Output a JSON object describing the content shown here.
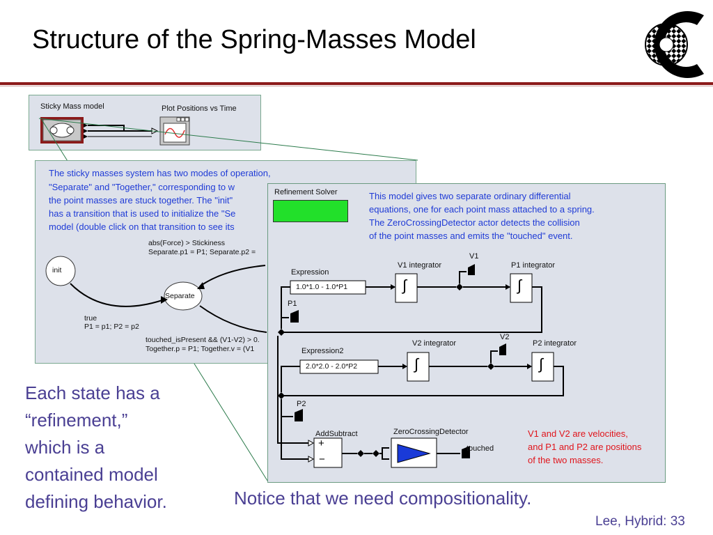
{
  "slide": {
    "title": "Structure of the Spring-Masses Model",
    "footer": "Lee, Hybrid: 33",
    "sidebar_lines": [
      "Each state has a",
      "“refinement,”",
      "which is a",
      "contained model",
      "defining behavior."
    ],
    "notice": "Notice that we need compositionality."
  },
  "top_model": {
    "actor1_label": "Sticky Mass model",
    "actor2_label": "Plot Positions vs Time"
  },
  "fsm": {
    "description_lines": [
      "The sticky masses system has two modes of operation,",
      "\"Separate\" and \"Together,\" corresponding to w",
      "the point masses are stuck together. The \"init\"",
      "has a transition that is used to initialize the \"Se",
      "model (double click on that transition to see its"
    ],
    "state_init": "init",
    "state_separate": "Separate",
    "guard_top_1": "abs(Force) > Stickiness",
    "guard_top_2": "Separate.p1 = P1; Separate.p2 =",
    "init_guard_1": "true",
    "init_guard_2": "P1 = p1; P2 = p2",
    "guard_bottom_1": "touched_isPresent && (V1-V2) > 0.",
    "guard_bottom_2": "Together.p = P1; Together.v = (V1"
  },
  "refinement": {
    "solver_label": "Refinement Solver",
    "solver_color": "#22e02a",
    "description_lines": [
      "This model gives two separate ordinary differential",
      "equations, one for each point mass attached to a spring.",
      "The ZeroCrossingDetector actor detects the collision",
      "of the point masses and emits the \"touched\" event."
    ],
    "expression1_label": "Expression",
    "expression1_value": "1.0*1.0 - 1.0*P1",
    "expression2_label": "Expression2",
    "expression2_value": "2.0*2.0 - 2.0*P2",
    "v1_integrator": "V1 integrator",
    "p1_integrator": "P1 integrator",
    "v2_integrator": "V2 integrator",
    "p2_integrator": "P2 integrator",
    "v1": "V1",
    "v2": "V2",
    "p1": "P1",
    "p2": "P2",
    "add_subtract": "AddSubtract",
    "plus": "+",
    "minus": "−",
    "zero_crossing": "ZeroCrossingDetector",
    "touched": "touched",
    "integral_symbol": "∫",
    "note_lines": [
      "V1 and V2 are velocities,",
      "and P1 and P2 are positions",
      "of the two masses."
    ]
  }
}
